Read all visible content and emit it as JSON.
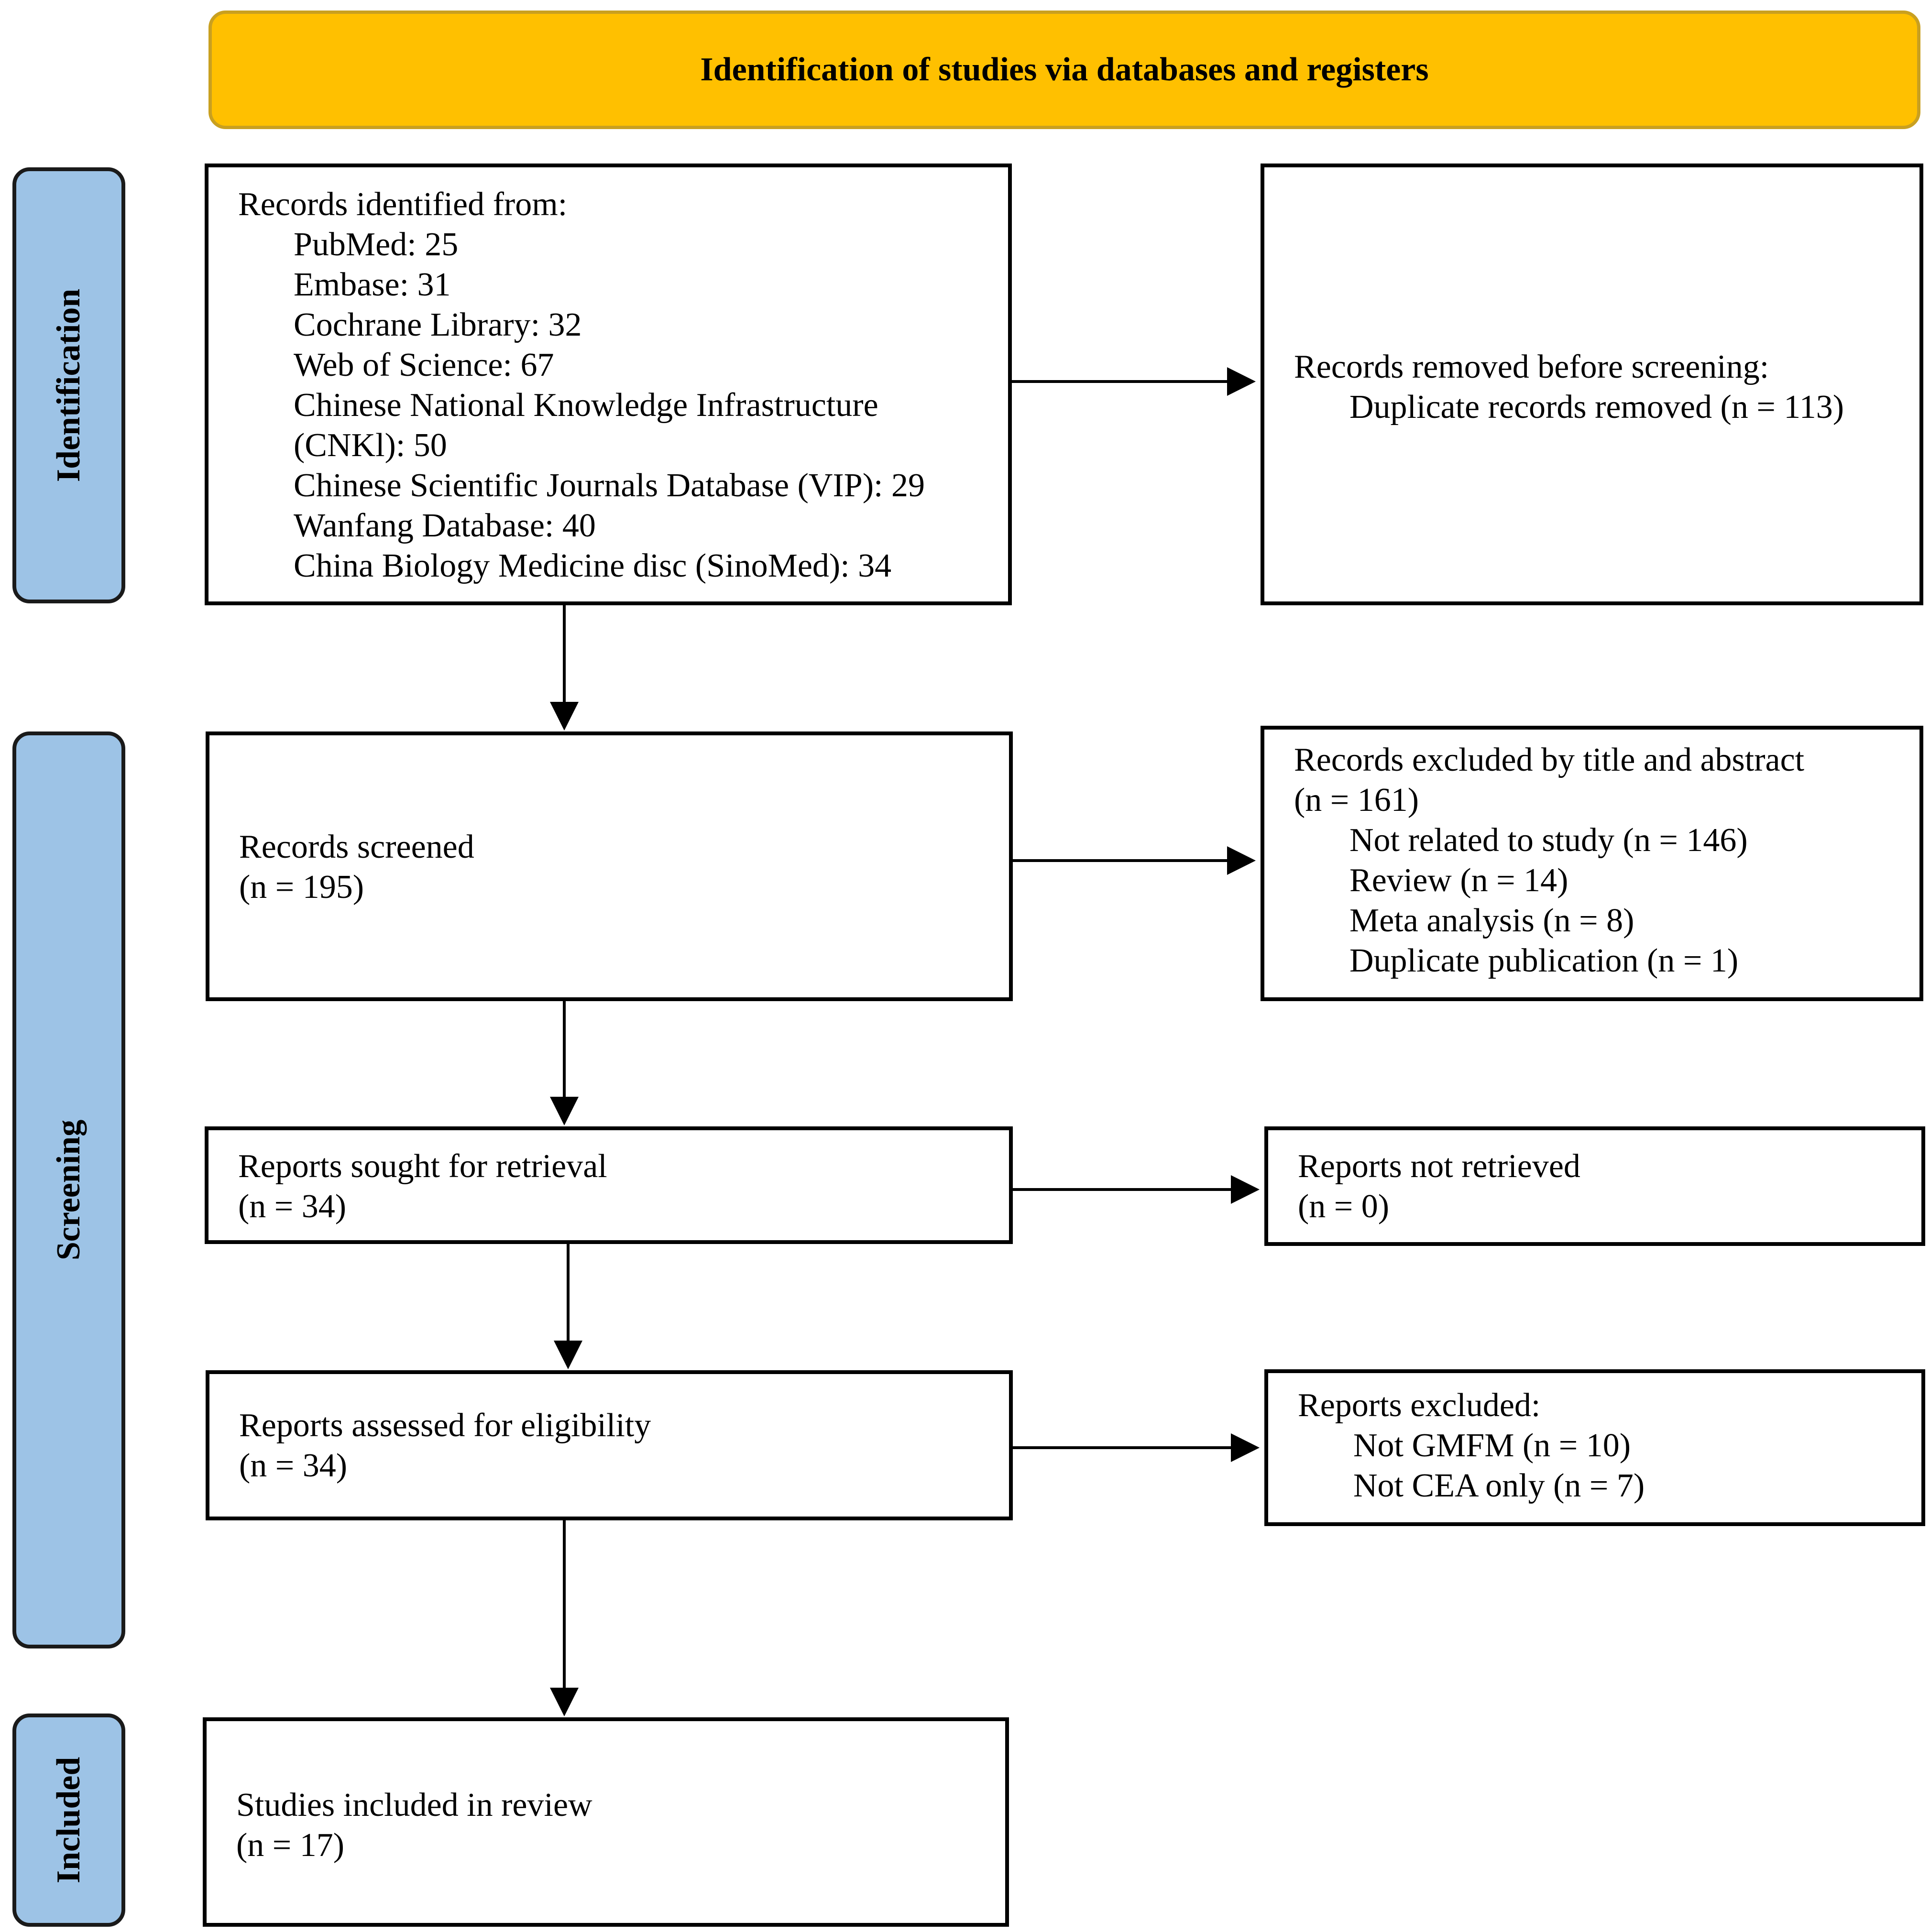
{
  "header": {
    "title": "Identification of studies via databases and registers"
  },
  "phases": {
    "identification": "Identification",
    "screening": "Screening",
    "included": "Included"
  },
  "records_identified": {
    "title": "Records identified from:",
    "sources": [
      "PubMed: 25",
      "Embase: 31",
      "Cochrane Library: 32",
      "Web of Science: 67",
      "Chinese National Knowledge Infrastructure",
      "(CNKl): 50",
      "Chinese Scientific Journals Database (VIP): 29",
      "Wanfang Database: 40",
      "China Biology Medicine disc (SinoMed): 34"
    ]
  },
  "records_removed": {
    "title": "Records removed before screening:",
    "detail": "Duplicate records removed  (n = 113)"
  },
  "records_screened": {
    "label": "Records screened",
    "count": "(n = 195)"
  },
  "records_excluded": {
    "title": "Records excluded by title and abstract",
    "count": "(n = 161)",
    "reasons": [
      "Not related to study (n = 146)",
      "Review (n = 14)",
      "Meta analysis (n = 8)",
      "Duplicate publication (n = 1)"
    ]
  },
  "reports_sought": {
    "label": "Reports sought  for retrieval",
    "count": "(n = 34)"
  },
  "reports_not_retrieved": {
    "label": "Reports not retrieved",
    "count": "(n = 0)"
  },
  "reports_assessed": {
    "label": "Reports assessed for eligibility",
    "count": "(n = 34)"
  },
  "reports_excluded": {
    "title": "Reports excluded:",
    "reasons": [
      "Not GMFM (n = 10)",
      "Not CEA only (n = 7)"
    ]
  },
  "studies_included": {
    "label": "Studies included in review",
    "count": "(n = 17)"
  }
}
